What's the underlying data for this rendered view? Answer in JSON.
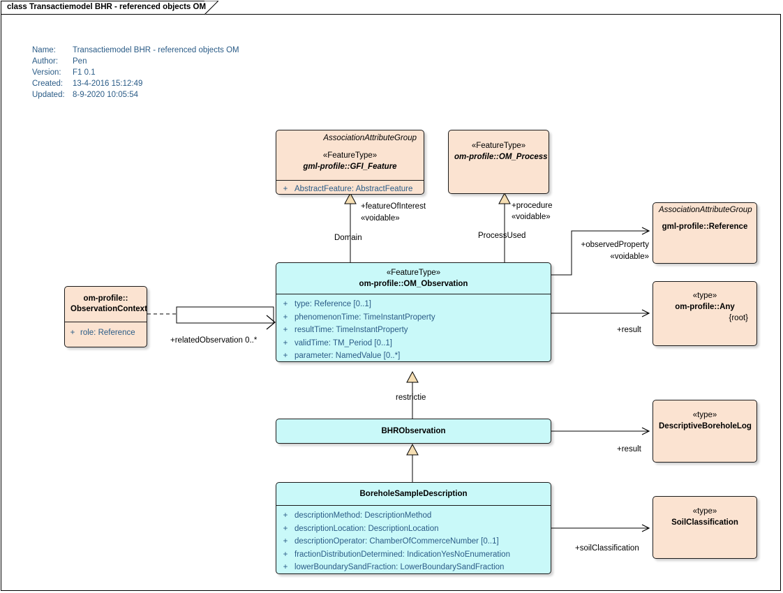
{
  "diagram": {
    "frame_title": "class Transactiemodel BHR - referenced objects OM",
    "meta": [
      {
        "label": "Name:",
        "value": "Transactiemodel BHR - referenced objects OM"
      },
      {
        "label": "Author:",
        "value": "Pen"
      },
      {
        "label": "Version:",
        "value": "F1 0.1"
      },
      {
        "label": "Created:",
        "value": "13-4-2016 15:12:49"
      },
      {
        "label": "Updated:",
        "value": "8-9-2020 10:05:54"
      }
    ]
  },
  "colors": {
    "peach_fill": "#fbe3d1",
    "cyan_fill": "#c9f9f9",
    "border": "#1a1a1a",
    "attr_text": "#2a5b86",
    "meta_text": "#2a5b86",
    "generalization_fill": "#f5deb3"
  },
  "classes": {
    "gfi_feature": {
      "association_attribute_group": "AssociationAttributeGroup",
      "stereotype": "«FeatureType»",
      "name": "gml-profile::GFI_Feature",
      "attributes": [
        {
          "visibility": "+",
          "text": "AbstractFeature: AbstractFeature"
        }
      ]
    },
    "om_process": {
      "stereotype": "«FeatureType»",
      "name": "om-profile::OM_Process"
    },
    "reference": {
      "association_attribute_group": "AssociationAttributeGroup",
      "name": "gml-profile::Reference"
    },
    "any": {
      "stereotype": "«type»",
      "name": "om-profile::Any",
      "tag": "{root}"
    },
    "observation_context": {
      "name_line1": "om-profile::",
      "name_line2": "ObservationContext",
      "attributes": [
        {
          "visibility": "+",
          "text": "role: Reference"
        }
      ]
    },
    "om_observation": {
      "stereotype": "«FeatureType»",
      "name": "om-profile::OM_Observation",
      "attributes": [
        {
          "visibility": "+",
          "text": "type: Reference [0..1]"
        },
        {
          "visibility": "+",
          "text": "phenomenonTime: TimeInstantProperty"
        },
        {
          "visibility": "+",
          "text": "resultTime: TimeInstantProperty"
        },
        {
          "visibility": "+",
          "text": "validTime: TM_Period [0..1]"
        },
        {
          "visibility": "+",
          "text": "parameter: NamedValue [0..*]"
        }
      ]
    },
    "bhr_observation": {
      "name": "BHRObservation"
    },
    "descriptive_borehole_log": {
      "stereotype": "«type»",
      "name": "DescriptiveBoreholeLog"
    },
    "borehole_sample_description": {
      "name": "BoreholeSampleDescription",
      "attributes": [
        {
          "visibility": "+",
          "text": "descriptionMethod: DescriptionMethod"
        },
        {
          "visibility": "+",
          "text": "descriptionLocation: DescriptionLocation"
        },
        {
          "visibility": "+",
          "text": "descriptionOperator: ChamberOfCommerceNumber [0..1]"
        },
        {
          "visibility": "+",
          "text": "fractionDistributionDetermined: IndicationYesNoEnumeration"
        },
        {
          "visibility": "+",
          "text": "lowerBoundarySandFraction: LowerBoundarySandFraction"
        }
      ]
    },
    "soil_classification": {
      "stereotype": "«type»",
      "name": "SoilClassification"
    }
  },
  "connectors": {
    "feature_of_interest_role": "+featureOfInterest",
    "feature_of_interest_stereotype": "«voidable»",
    "domain_label": "Domain",
    "procedure_role": "+procedure",
    "procedure_stereotype": "«voidable»",
    "process_used_label": "ProcessUsed",
    "observed_property_role": "+observedProperty",
    "observed_property_stereotype": "«voidable»",
    "related_observation_role": "+relatedObservation 0..*",
    "result_any_role": "+result",
    "restrictie_label": "restrictie",
    "result_log_role": "+result",
    "soil_classification_role": "+soilClassification"
  }
}
